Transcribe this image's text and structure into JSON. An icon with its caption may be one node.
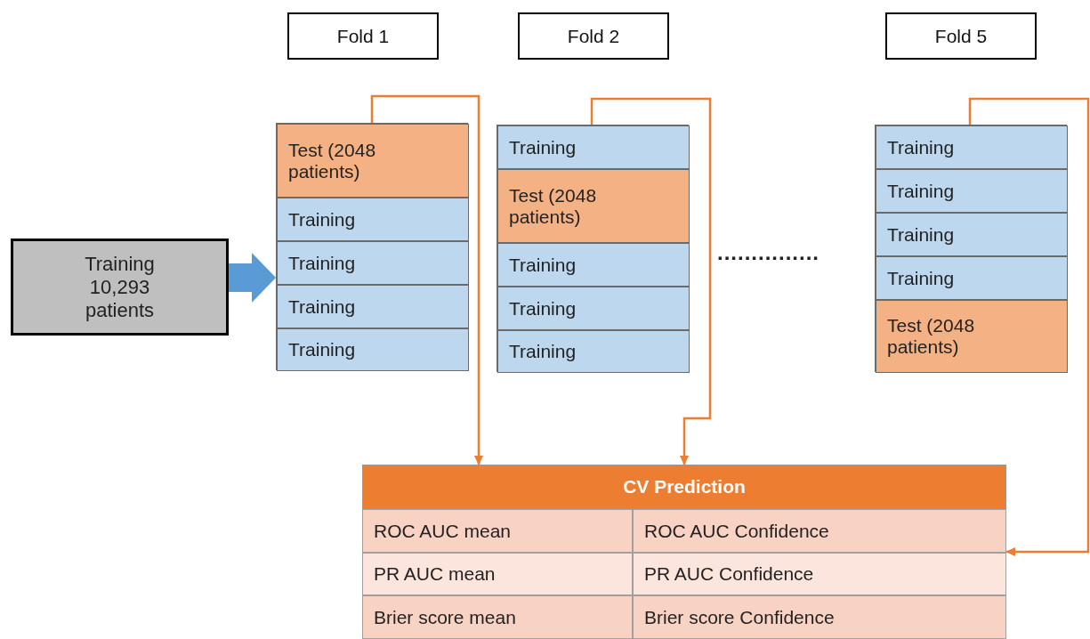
{
  "diagram": {
    "nodes": [
      {
        "text": [
          "Fold 1"
        ]
      },
      {
        "text": [
          "Fold 2"
        ]
      },
      {
        "text": [
          "Fold 5"
        ]
      },
      {
        "text": [
          "Training 10,293 patients"
        ]
      },
      {
        "text": [],
        "shape": "box"
      },
      {
        "text": [
          "Test (2048 patients)"
        ],
        "in": 4
      },
      {
        "text": [
          "Training"
        ],
        "in": 4
      },
      {
        "text": [
          "Training"
        ],
        "in": 4
      },
      {
        "text": [
          "Training"
        ],
        "in": 4
      },
      {
        "text": [
          "Training"
        ],
        "in": 4
      },
      {
        "text": [],
        "shape": "box"
      },
      {
        "text": [
          "Training"
        ],
        "in": 10
      },
      {
        "text": [
          "Test (2048 patients)"
        ],
        "in": 10
      },
      {
        "text": [
          "Training"
        ],
        "in": 10
      },
      {
        "text": [
          "Training"
        ],
        "in": 10
      },
      {
        "text": [
          "Training"
        ],
        "in": 10
      },
      {
        "text": [],
        "shape": "box"
      },
      {
        "text": [
          "Training"
        ],
        "in": 16
      },
      {
        "text": [
          "Training"
        ],
        "in": 16
      },
      {
        "text": [
          "Training"
        ],
        "in": 16
      },
      {
        "text": [
          "Training"
        ],
        "in": 16
      },
      {
        "text": [
          "Test (2048 patients)"
        ],
        "in": 16
      },
      {
        "text": [
          "CV Prediction"
        ]
      }
    ],
    "edges": [
      {
        "from": 3,
        "to": 4,
        "arrow": "to",
        "style": "thick",
        "color": "#5b9bd5"
      },
      {
        "from": 4,
        "to": 22,
        "arrow": "to"
      },
      {
        "from": 10,
        "to": 22,
        "arrow": "to"
      },
      {
        "from": 16,
        "to": 22,
        "arrow": "to"
      }
    ],
    "labels": [
      "...............",
      "ROC AUC mean",
      "ROC AUC Confidence",
      "PR AUC mean",
      "PR AUC Confidence",
      "Brier score mean",
      "Brier score Confidence"
    ]
  }
}
